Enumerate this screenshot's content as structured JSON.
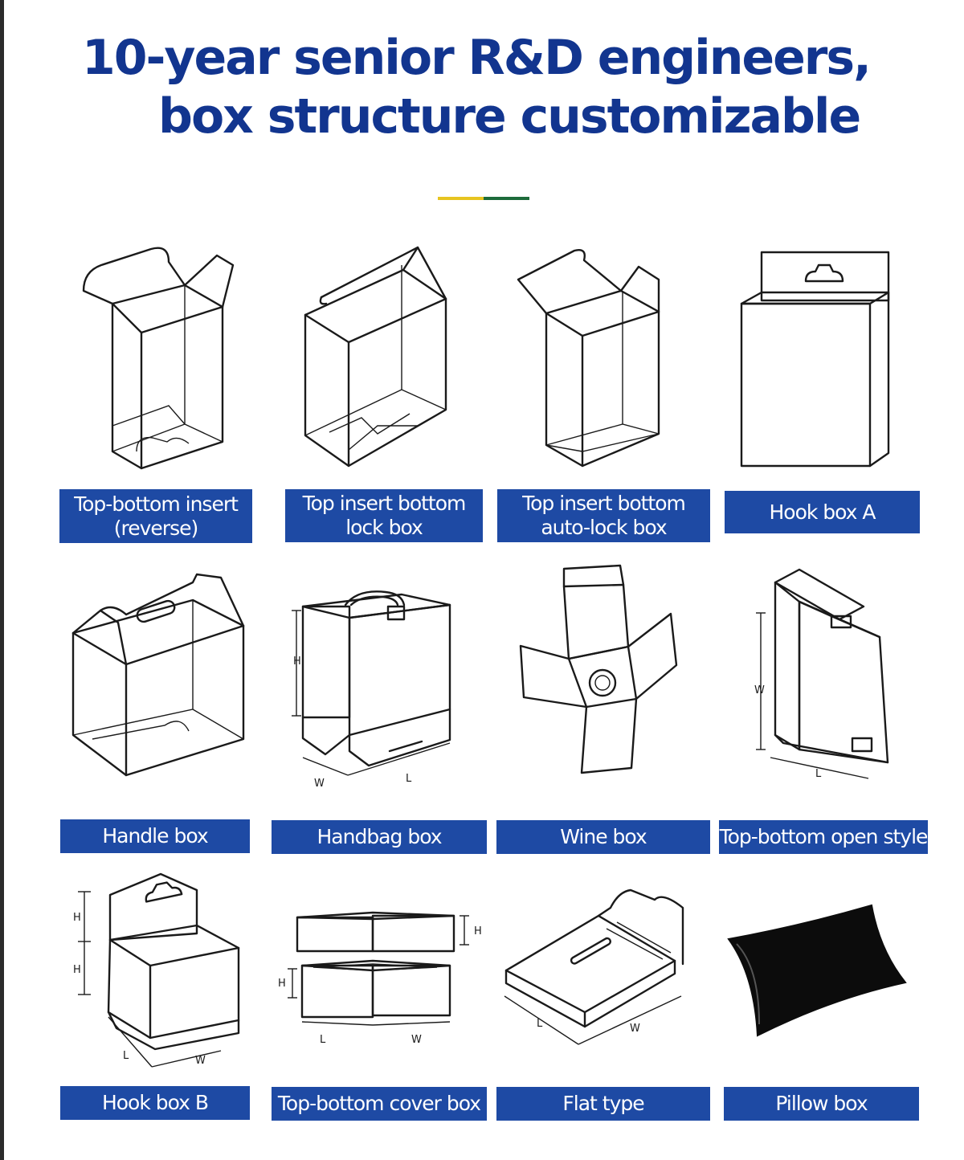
{
  "title": {
    "line1": "10-year senior R&D engineers,",
    "line2": "box structure customizable"
  },
  "dimension_marks": {
    "h": "H",
    "w": "W",
    "l": "L"
  },
  "boxes": [
    {
      "label": "Top-bottom insert\n(reverse)",
      "icon": "top-bottom-insert-box-icon"
    },
    {
      "label": "Top insert bottom\nlock box",
      "icon": "top-insert-bottom-lock-box-icon"
    },
    {
      "label": "Top insert bottom\nauto-lock box",
      "icon": "auto-lock-box-icon"
    },
    {
      "label": "Hook box A",
      "icon": "hook-box-a-icon"
    },
    {
      "label": "Handle box",
      "icon": "handle-box-icon"
    },
    {
      "label": "Handbag box",
      "icon": "handbag-box-icon"
    },
    {
      "label": "Wine box",
      "icon": "wine-box-icon"
    },
    {
      "label": "Top-bottom open style",
      "icon": "top-bottom-open-box-icon"
    },
    {
      "label": "Hook box B",
      "icon": "hook-box-b-icon"
    },
    {
      "label": "Top-bottom cover box",
      "icon": "cover-box-icon"
    },
    {
      "label": "Flat type",
      "icon": "flat-box-icon"
    },
    {
      "label": "Pillow box",
      "icon": "pillow-box-icon"
    }
  ],
  "colors": {
    "title": "#12358f",
    "label_bg": "#1e4aa4",
    "accent_yellow": "#e7c41f",
    "accent_green": "#1d6b3a"
  }
}
